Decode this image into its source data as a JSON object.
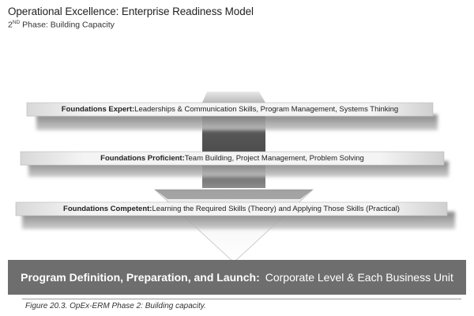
{
  "header": {
    "title": "Operational Excellence: Enterprise Readiness Model",
    "subtitle_prefix": "2",
    "subtitle_super": "ND",
    "subtitle_rest": " Phase: Building Capacity"
  },
  "levels": [
    {
      "name": "Foundations Expert:",
      "skills": " Leaderships & Communication Skills, Program Management, Systems Thinking"
    },
    {
      "name": "Foundations Proficient:",
      "skills": " Team Building, Project Management, Problem Solving"
    },
    {
      "name": "Foundations Competent:",
      "skills": " Learning the Required Skills (Theory) and Applying Those Skills (Practical)"
    }
  ],
  "base": {
    "lead": "Program Definition, Preparation, and Launch:",
    "rest": "Corporate Level & Each Business Unit"
  },
  "caption": "Figure 20.3. OpEx-ERM Phase 2: Building capacity.",
  "colors": {
    "base_band": "#6e6e6e",
    "band_light": "#f7f7f7",
    "band_dark": "#cfcfcf",
    "shadow": "#8a8a8a",
    "arrow_dark": "#555555",
    "arrow_light": "#f2f2f2"
  }
}
